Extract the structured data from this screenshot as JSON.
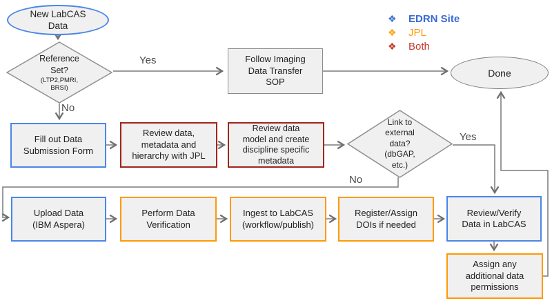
{
  "legend": {
    "glyph": "❖",
    "items": [
      {
        "label": "EDRN Site",
        "color": "#3a6ad4"
      },
      {
        "label": "JPL",
        "color": "#ff9c07"
      },
      {
        "label": "Both",
        "color": "#c5392b"
      }
    ]
  },
  "colors": {
    "edrn_border": "#4a86e8",
    "jpl_border": "#ff9900",
    "both_border": "#a0241c",
    "neutral_border": "#8c8c8c",
    "shape_fill": "#f0f0f1",
    "connector": "#6f6f6f"
  },
  "nodes": {
    "start": {
      "text": "New LabCAS\nData",
      "role": "EDRN Site"
    },
    "reference_set": {
      "text": "Reference\nSet?",
      "subtext": "(LTP2,PMRI,\nBRSI)",
      "role": "neutral"
    },
    "follow_sop": {
      "text": "Follow Imaging\nData Transfer\nSOP",
      "role": "neutral"
    },
    "done": {
      "text": "Done",
      "role": "neutral"
    },
    "fill_form": {
      "text": "Fill out Data\nSubmission Form",
      "role": "EDRN Site"
    },
    "review_jpl": {
      "text": "Review data,\nmetadata and\nhierarchy with JPL",
      "role": "Both"
    },
    "review_model": {
      "text": "Review data\nmodel and create\ndiscipline specific\nmetadata",
      "role": "Both"
    },
    "link_external": {
      "text": "Link to\nexternal\ndata?\n(dbGAP,\netc.)",
      "role": "neutral"
    },
    "upload": {
      "text": "Upload Data\n(IBM Aspera)",
      "role": "EDRN Site"
    },
    "verification": {
      "text": "Perform Data\nVerification",
      "role": "JPL"
    },
    "ingest": {
      "text": "Ingest to LabCAS\n(workflow/publish)",
      "role": "JPL"
    },
    "register_dois": {
      "text": "Register/Assign\nDOIs if needed",
      "role": "JPL"
    },
    "review_labcas": {
      "text": "Review/Verify\nData in LabCAS",
      "role": "EDRN Site"
    },
    "assign_permissions": {
      "text": "Assign any\nadditional data\npermissions",
      "role": "JPL"
    }
  },
  "edge_labels": {
    "reference_yes": "Yes",
    "reference_no": "No",
    "external_yes": "Yes",
    "external_no": "No"
  }
}
